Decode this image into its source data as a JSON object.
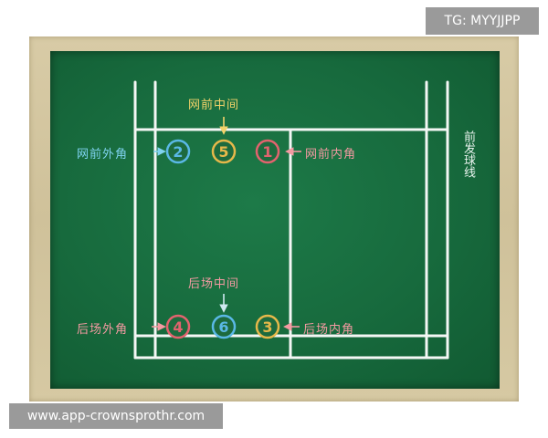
{
  "watermark": {
    "tag": "TG: MYYJJPP",
    "url": "www.app-crownsprothr.com"
  },
  "labels": {
    "front_middle": "网前中间",
    "front_outer": "网前外角",
    "front_inner": "网前内角",
    "back_middle": "后场中间",
    "back_outer": "后场外角",
    "back_inner": "后场内角",
    "front_service_line": "前发球线"
  },
  "positions": [
    {
      "number": "1",
      "color": "#e2636e"
    },
    {
      "number": "2",
      "color": "#5ab8e6"
    },
    {
      "number": "3",
      "color": "#e6b84a"
    },
    {
      "number": "4",
      "color": "#e2636e"
    },
    {
      "number": "5",
      "color": "#e6b84a"
    },
    {
      "number": "6",
      "color": "#5ab8e6"
    }
  ],
  "colors": {
    "board": "#176a3d",
    "frame": "#d3c6a0",
    "chalk": "#f4f7f5"
  }
}
